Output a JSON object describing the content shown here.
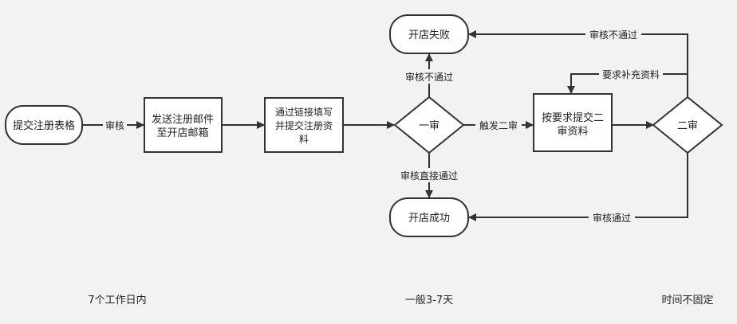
{
  "nodes": {
    "submit_form": "提交注册表格",
    "send_email": [
      "发送注册邮件",
      "至开店邮箱"
    ],
    "fill_link": [
      "通过链接填写",
      "并提交注册资",
      "料"
    ],
    "first_review": "一审",
    "second_review": "二审",
    "supplement": [
      "按要求提交二",
      "审资料"
    ],
    "store_fail": "开店失败",
    "store_success": "开店成功"
  },
  "edges": {
    "review": "审核",
    "first_reject": "审核不通过",
    "first_pass": "审核直接通过",
    "trigger_second": "触发二审",
    "second_reject": "审核不通过",
    "need_more": "要求补充资料",
    "second_pass": "审核通过"
  },
  "timeline": {
    "phase1": "7个工作日内",
    "phase2": "一般3-7天",
    "phase3": "时间不固定"
  },
  "colors": {
    "stroke": "#333333",
    "fill": "#ffffff",
    "background": "#f2f2f2"
  }
}
